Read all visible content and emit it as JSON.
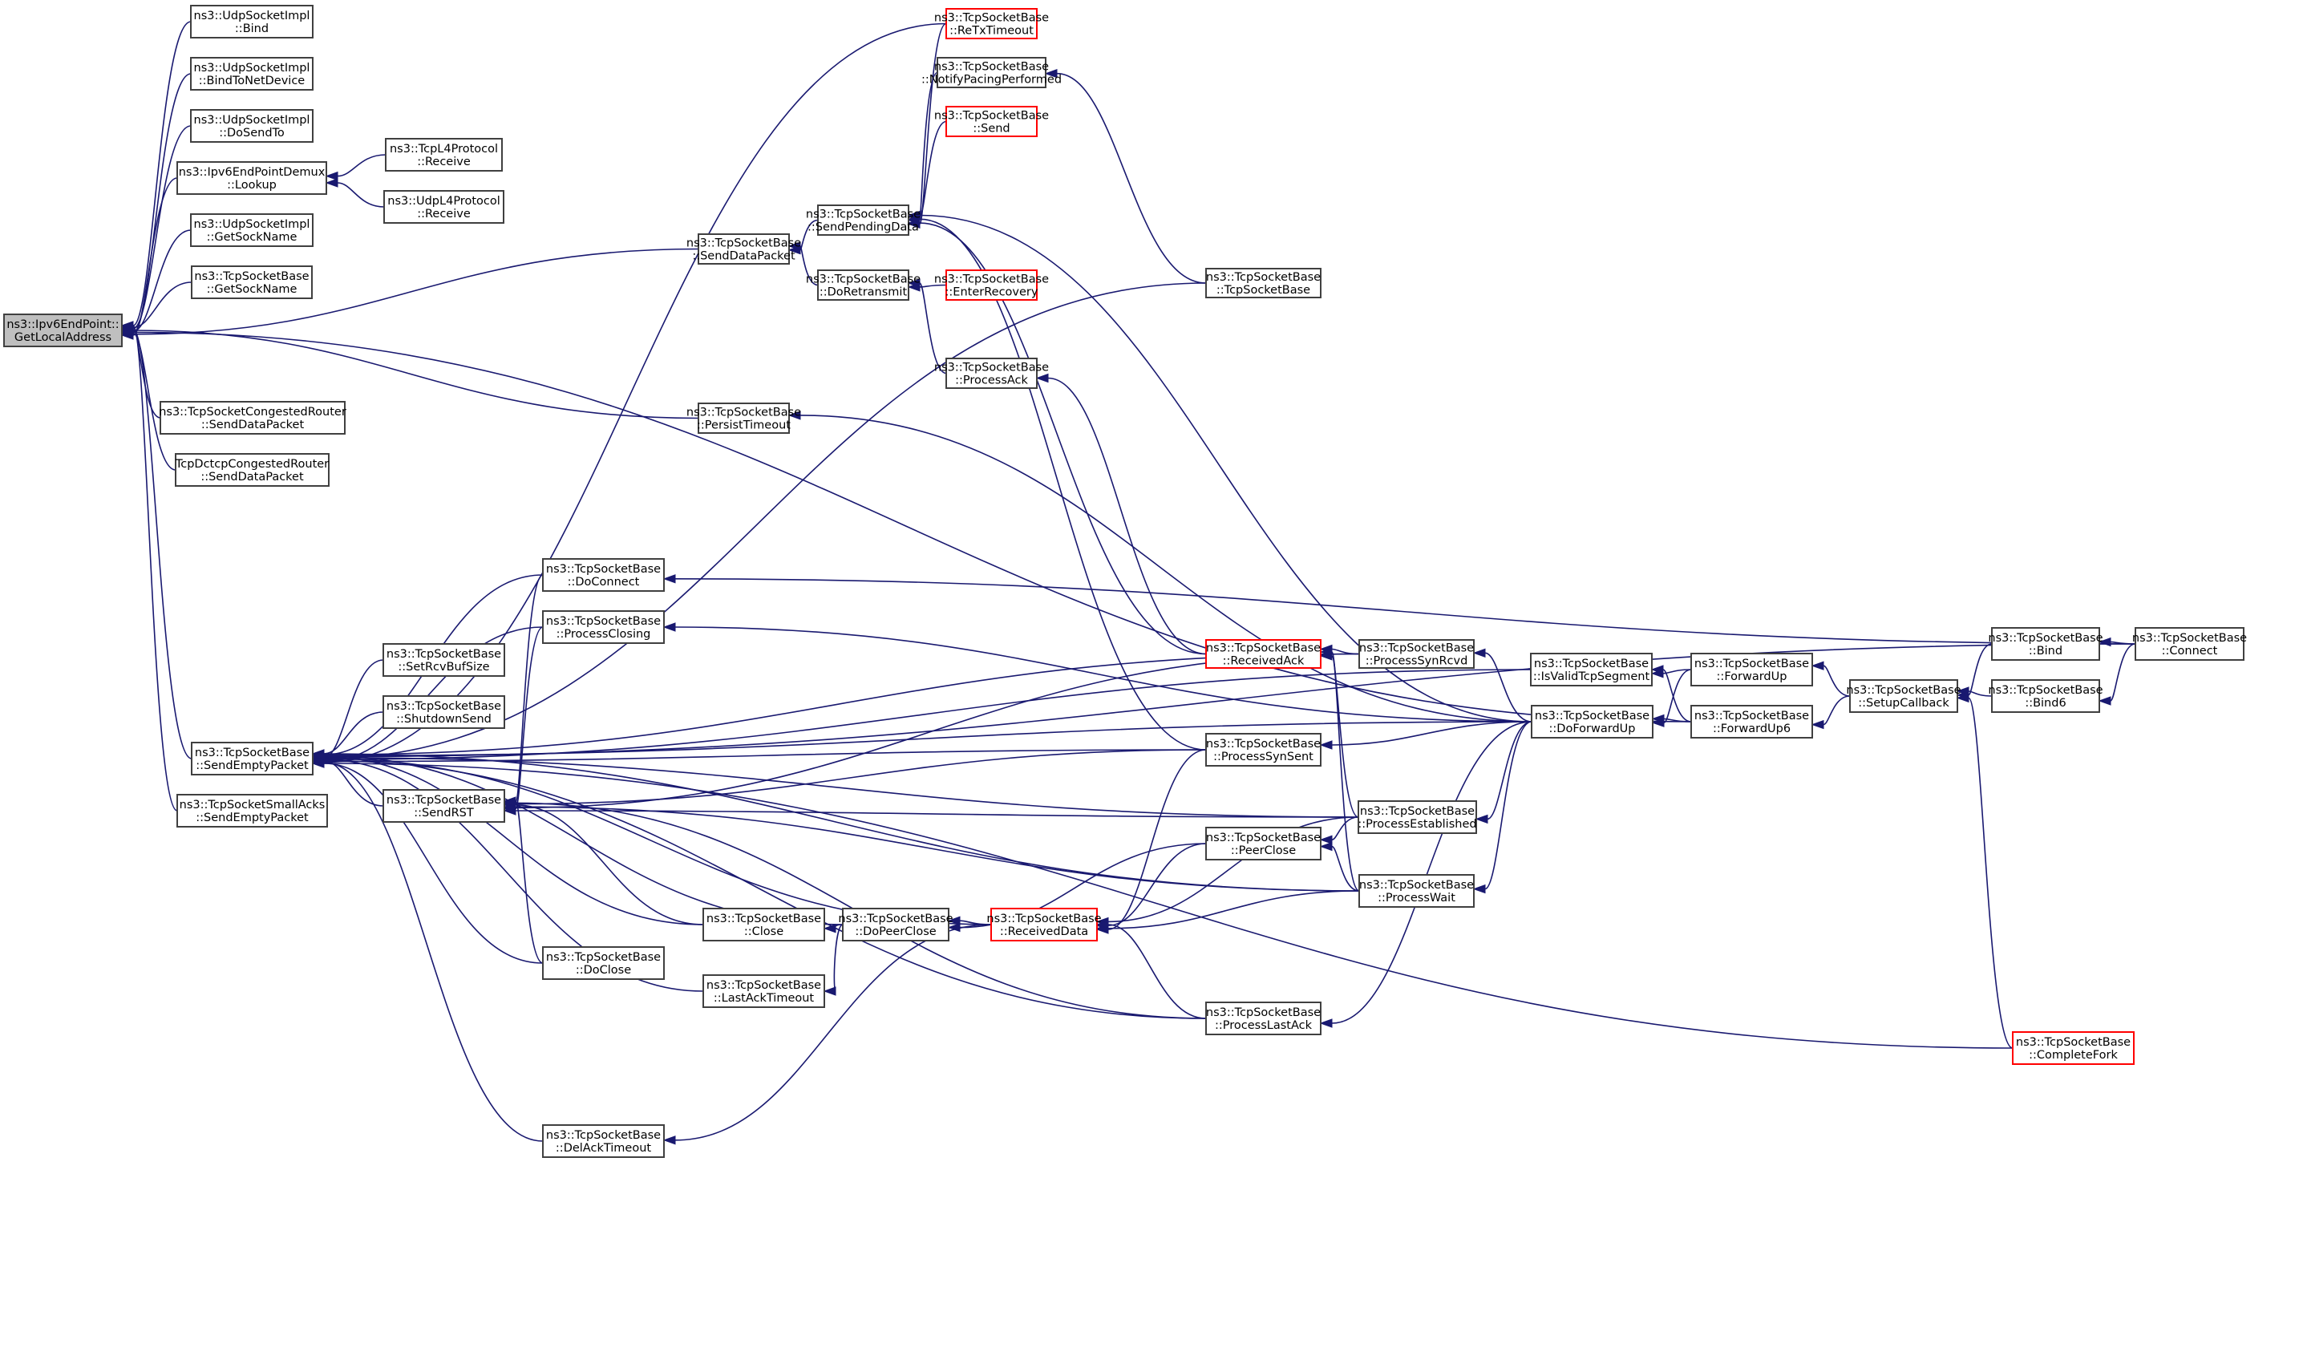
{
  "title": "ns3::Ipv6EndPoint::GetLocalAddress caller graph",
  "colors": {
    "edge": "#191970",
    "focus_fill": "#bfbfbf",
    "node_border": "#404040",
    "truncated_border": "#ff0000",
    "node_fill": "#ffffff"
  },
  "nodes": [
    {
      "id": "root",
      "lines": [
        "ns3::Ipv6EndPoint::",
        "GetLocalAddress"
      ],
      "style": "focus"
    },
    {
      "id": "udp_bind",
      "lines": [
        "ns3::UdpSocketImpl",
        "::Bind"
      ],
      "style": "normal"
    },
    {
      "id": "udp_bindnd",
      "lines": [
        "ns3::UdpSocketImpl",
        "::BindToNetDevice"
      ],
      "style": "normal"
    },
    {
      "id": "udp_dosendto",
      "lines": [
        "ns3::UdpSocketImpl",
        "::DoSendTo"
      ],
      "style": "normal"
    },
    {
      "id": "demux_lookup",
      "lines": [
        "ns3::Ipv6EndPointDemux",
        "::Lookup"
      ],
      "style": "normal"
    },
    {
      "id": "tcpl4_recv",
      "lines": [
        "ns3::TcpL4Protocol",
        "::Receive"
      ],
      "style": "normal"
    },
    {
      "id": "udpl4_recv",
      "lines": [
        "ns3::UdpL4Protocol",
        "::Receive"
      ],
      "style": "normal"
    },
    {
      "id": "udp_getsock",
      "lines": [
        "ns3::UdpSocketImpl",
        "::GetSockName"
      ],
      "style": "normal"
    },
    {
      "id": "tcp_getsock",
      "lines": [
        "ns3::TcpSocketBase",
        "::GetSockName"
      ],
      "style": "normal"
    },
    {
      "id": "congrouter_sdp",
      "lines": [
        "ns3::TcpSocketCongestedRouter",
        "::SendDataPacket"
      ],
      "style": "normal"
    },
    {
      "id": "dctcp_sdp",
      "lines": [
        "TcpDctcpCongestedRouter",
        "::SendDataPacket"
      ],
      "style": "normal"
    },
    {
      "id": "send_empty",
      "lines": [
        "ns3::TcpSocketBase",
        "::SendEmptyPacket"
      ],
      "style": "normal"
    },
    {
      "id": "smallacks_sep",
      "lines": [
        "ns3::TcpSocketSmallAcks",
        "::SendEmptyPacket"
      ],
      "style": "normal"
    },
    {
      "id": "send_data",
      "lines": [
        "ns3::TcpSocketBase",
        "::SendDataPacket"
      ],
      "style": "normal"
    },
    {
      "id": "persist",
      "lines": [
        "ns3::TcpSocketBase",
        "::PersistTimeout"
      ],
      "style": "normal"
    },
    {
      "id": "send_pending",
      "lines": [
        "ns3::TcpSocketBase",
        "::SendPendingData"
      ],
      "style": "normal"
    },
    {
      "id": "do_retx",
      "lines": [
        "ns3::TcpSocketBase",
        "::DoRetransmit"
      ],
      "style": "normal"
    },
    {
      "id": "retx_timeout",
      "lines": [
        "ns3::TcpSocketBase",
        "::ReTxTimeout"
      ],
      "style": "truncated"
    },
    {
      "id": "notify_pacing",
      "lines": [
        "ns3::TcpSocketBase",
        "::NotifyPacingPerformed"
      ],
      "style": "normal"
    },
    {
      "id": "send",
      "lines": [
        "ns3::TcpSocketBase",
        "::Send"
      ],
      "style": "truncated"
    },
    {
      "id": "enter_recovery",
      "lines": [
        "ns3::TcpSocketBase",
        "::EnterRecovery"
      ],
      "style": "truncated"
    },
    {
      "id": "process_ack",
      "lines": [
        "ns3::TcpSocketBase",
        "::ProcessAck"
      ],
      "style": "normal"
    },
    {
      "id": "ctor",
      "lines": [
        "ns3::TcpSocketBase",
        "::TcpSocketBase"
      ],
      "style": "normal"
    },
    {
      "id": "do_connect",
      "lines": [
        "ns3::TcpSocketBase",
        "::DoConnect"
      ],
      "style": "normal"
    },
    {
      "id": "process_closing",
      "lines": [
        "ns3::TcpSocketBase",
        "::ProcessClosing"
      ],
      "style": "normal"
    },
    {
      "id": "set_rcvbuf",
      "lines": [
        "ns3::TcpSocketBase",
        "::SetRcvBufSize"
      ],
      "style": "normal"
    },
    {
      "id": "shutdown_send",
      "lines": [
        "ns3::TcpSocketBase",
        "::ShutdownSend"
      ],
      "style": "normal"
    },
    {
      "id": "send_rst",
      "lines": [
        "ns3::TcpSocketBase",
        "::SendRST"
      ],
      "style": "normal"
    },
    {
      "id": "close",
      "lines": [
        "ns3::TcpSocketBase",
        "::Close"
      ],
      "style": "normal"
    },
    {
      "id": "do_close",
      "lines": [
        "ns3::TcpSocketBase",
        "::DoClose"
      ],
      "style": "normal"
    },
    {
      "id": "last_ack_timeout",
      "lines": [
        "ns3::TcpSocketBase",
        "::LastAckTimeout"
      ],
      "style": "normal"
    },
    {
      "id": "do_peer_close",
      "lines": [
        "ns3::TcpSocketBase",
        "::DoPeerClose"
      ],
      "style": "normal"
    },
    {
      "id": "del_ack_timeout",
      "lines": [
        "ns3::TcpSocketBase",
        "::DelAckTimeout"
      ],
      "style": "normal"
    },
    {
      "id": "received_ack",
      "lines": [
        "ns3::TcpSocketBase",
        "::ReceivedAck"
      ],
      "style": "truncated"
    },
    {
      "id": "received_data",
      "lines": [
        "ns3::TcpSocketBase",
        "::ReceivedData"
      ],
      "style": "truncated"
    },
    {
      "id": "process_syn_rcvd",
      "lines": [
        "ns3::TcpSocketBase",
        "::ProcessSynRcvd"
      ],
      "style": "normal"
    },
    {
      "id": "process_syn_sent",
      "lines": [
        "ns3::TcpSocketBase",
        "::ProcessSynSent"
      ],
      "style": "normal"
    },
    {
      "id": "peer_close",
      "lines": [
        "ns3::TcpSocketBase",
        "::PeerClose"
      ],
      "style": "normal"
    },
    {
      "id": "process_established",
      "lines": [
        "ns3::TcpSocketBase",
        "::ProcessEstablished"
      ],
      "style": "normal"
    },
    {
      "id": "process_wait",
      "lines": [
        "ns3::TcpSocketBase",
        "::ProcessWait"
      ],
      "style": "normal"
    },
    {
      "id": "process_last_ack",
      "lines": [
        "ns3::TcpSocketBase",
        "::ProcessLastAck"
      ],
      "style": "normal"
    },
    {
      "id": "is_valid_seg",
      "lines": [
        "ns3::TcpSocketBase",
        "::IsValidTcpSegment"
      ],
      "style": "normal"
    },
    {
      "id": "do_forward_up",
      "lines": [
        "ns3::TcpSocketBase",
        "::DoForwardUp"
      ],
      "style": "normal"
    },
    {
      "id": "forward_up",
      "lines": [
        "ns3::TcpSocketBase",
        "::ForwardUp"
      ],
      "style": "normal"
    },
    {
      "id": "forward_up6",
      "lines": [
        "ns3::TcpSocketBase",
        "::ForwardUp6"
      ],
      "style": "normal"
    },
    {
      "id": "setup_callback",
      "lines": [
        "ns3::TcpSocketBase",
        "::SetupCallback"
      ],
      "style": "normal"
    },
    {
      "id": "bind",
      "lines": [
        "ns3::TcpSocketBase",
        "::Bind"
      ],
      "style": "normal"
    },
    {
      "id": "bind6",
      "lines": [
        "ns3::TcpSocketBase",
        "::Bind6"
      ],
      "style": "normal"
    },
    {
      "id": "connect",
      "lines": [
        "ns3::TcpSocketBase",
        "::Connect"
      ],
      "style": "normal"
    },
    {
      "id": "complete_fork",
      "lines": [
        "ns3::TcpSocketBase",
        "::CompleteFork"
      ],
      "style": "truncated"
    }
  ],
  "edges": [
    {
      "from": "udp_bind",
      "to": "root"
    },
    {
      "from": "udp_bindnd",
      "to": "root"
    },
    {
      "from": "udp_dosendto",
      "to": "root"
    },
    {
      "from": "demux_lookup",
      "to": "root"
    },
    {
      "from": "udp_getsock",
      "to": "root"
    },
    {
      "from": "tcp_getsock",
      "to": "root"
    },
    {
      "from": "send_data",
      "to": "root"
    },
    {
      "from": "persist",
      "to": "root"
    },
    {
      "from": "congrouter_sdp",
      "to": "root"
    },
    {
      "from": "dctcp_sdp",
      "to": "root"
    },
    {
      "from": "send_empty",
      "to": "root"
    },
    {
      "from": "smallacks_sep",
      "to": "root"
    },
    {
      "from": "forward_up6",
      "to": "root"
    },
    {
      "from": "tcpl4_recv",
      "to": "demux_lookup"
    },
    {
      "from": "udpl4_recv",
      "to": "demux_lookup"
    },
    {
      "from": "send_pending",
      "to": "send_data"
    },
    {
      "from": "do_retx",
      "to": "send_data"
    },
    {
      "from": "retx_timeout",
      "to": "send_pending"
    },
    {
      "from": "notify_pacing",
      "to": "send_pending"
    },
    {
      "from": "send",
      "to": "send_pending"
    },
    {
      "from": "received_ack",
      "to": "send_pending"
    },
    {
      "from": "process_syn_sent",
      "to": "send_pending"
    },
    {
      "from": "do_forward_up",
      "to": "send_pending"
    },
    {
      "from": "enter_recovery",
      "to": "do_retx"
    },
    {
      "from": "process_ack",
      "to": "do_retx"
    },
    {
      "from": "received_ack",
      "to": "process_ack"
    },
    {
      "from": "ctor",
      "to": "notify_pacing"
    },
    {
      "from": "do_forward_up",
      "to": "persist"
    },
    {
      "from": "retx_timeout",
      "to": "send_empty"
    },
    {
      "from": "ctor",
      "to": "send_empty"
    },
    {
      "from": "do_connect",
      "to": "send_empty"
    },
    {
      "from": "process_closing",
      "to": "send_empty"
    },
    {
      "from": "set_rcvbuf",
      "to": "send_empty"
    },
    {
      "from": "shutdown_send",
      "to": "send_empty"
    },
    {
      "from": "send_rst",
      "to": "send_empty"
    },
    {
      "from": "close",
      "to": "send_empty"
    },
    {
      "from": "do_close",
      "to": "send_empty"
    },
    {
      "from": "last_ack_timeout",
      "to": "send_empty"
    },
    {
      "from": "do_peer_close",
      "to": "send_empty"
    },
    {
      "from": "del_ack_timeout",
      "to": "send_empty"
    },
    {
      "from": "received_data",
      "to": "send_empty"
    },
    {
      "from": "process_syn_rcvd",
      "to": "send_empty"
    },
    {
      "from": "process_syn_sent",
      "to": "send_empty"
    },
    {
      "from": "process_established",
      "to": "send_empty"
    },
    {
      "from": "process_wait",
      "to": "send_empty"
    },
    {
      "from": "process_last_ack",
      "to": "send_empty"
    },
    {
      "from": "connect",
      "to": "send_empty"
    },
    {
      "from": "complete_fork",
      "to": "send_empty"
    },
    {
      "from": "is_valid_seg",
      "to": "send_empty"
    },
    {
      "from": "do_forward_up",
      "to": "send_empty"
    },
    {
      "from": "connect",
      "to": "do_connect"
    },
    {
      "from": "do_forward_up",
      "to": "process_closing"
    },
    {
      "from": "do_connect",
      "to": "send_rst"
    },
    {
      "from": "process_closing",
      "to": "send_rst"
    },
    {
      "from": "close",
      "to": "send_rst"
    },
    {
      "from": "do_close",
      "to": "send_rst"
    },
    {
      "from": "process_syn_rcvd",
      "to": "send_rst"
    },
    {
      "from": "process_syn_sent",
      "to": "send_rst"
    },
    {
      "from": "process_established",
      "to": "send_rst"
    },
    {
      "from": "process_wait",
      "to": "send_rst"
    },
    {
      "from": "process_last_ack",
      "to": "send_rst"
    },
    {
      "from": "do_peer_close",
      "to": "close"
    },
    {
      "from": "do_peer_close",
      "to": "last_ack_timeout"
    },
    {
      "from": "received_data",
      "to": "do_peer_close"
    },
    {
      "from": "peer_close",
      "to": "do_peer_close"
    },
    {
      "from": "received_data",
      "to": "del_ack_timeout"
    },
    {
      "from": "process_syn_rcvd",
      "to": "received_ack"
    },
    {
      "from": "process_established",
      "to": "received_ack"
    },
    {
      "from": "process_wait",
      "to": "received_ack"
    },
    {
      "from": "process_syn_sent",
      "to": "received_data"
    },
    {
      "from": "peer_close",
      "to": "received_data"
    },
    {
      "from": "process_established",
      "to": "received_data"
    },
    {
      "from": "process_wait",
      "to": "received_data"
    },
    {
      "from": "process_last_ack",
      "to": "received_data"
    },
    {
      "from": "process_established",
      "to": "peer_close"
    },
    {
      "from": "process_wait",
      "to": "peer_close"
    },
    {
      "from": "do_forward_up",
      "to": "process_syn_rcvd"
    },
    {
      "from": "do_forward_up",
      "to": "process_syn_sent"
    },
    {
      "from": "do_forward_up",
      "to": "process_established"
    },
    {
      "from": "do_forward_up",
      "to": "process_wait"
    },
    {
      "from": "do_forward_up",
      "to": "process_last_ack"
    },
    {
      "from": "forward_up",
      "to": "do_forward_up"
    },
    {
      "from": "forward_up6",
      "to": "do_forward_up"
    },
    {
      "from": "forward_up",
      "to": "is_valid_seg"
    },
    {
      "from": "forward_up6",
      "to": "is_valid_seg"
    },
    {
      "from": "setup_callback",
      "to": "forward_up"
    },
    {
      "from": "setup_callback",
      "to": "forward_up6"
    },
    {
      "from": "bind",
      "to": "setup_callback"
    },
    {
      "from": "bind6",
      "to": "setup_callback"
    },
    {
      "from": "complete_fork",
      "to": "setup_callback"
    },
    {
      "from": "connect",
      "to": "bind"
    },
    {
      "from": "connect",
      "to": "bind6"
    }
  ]
}
